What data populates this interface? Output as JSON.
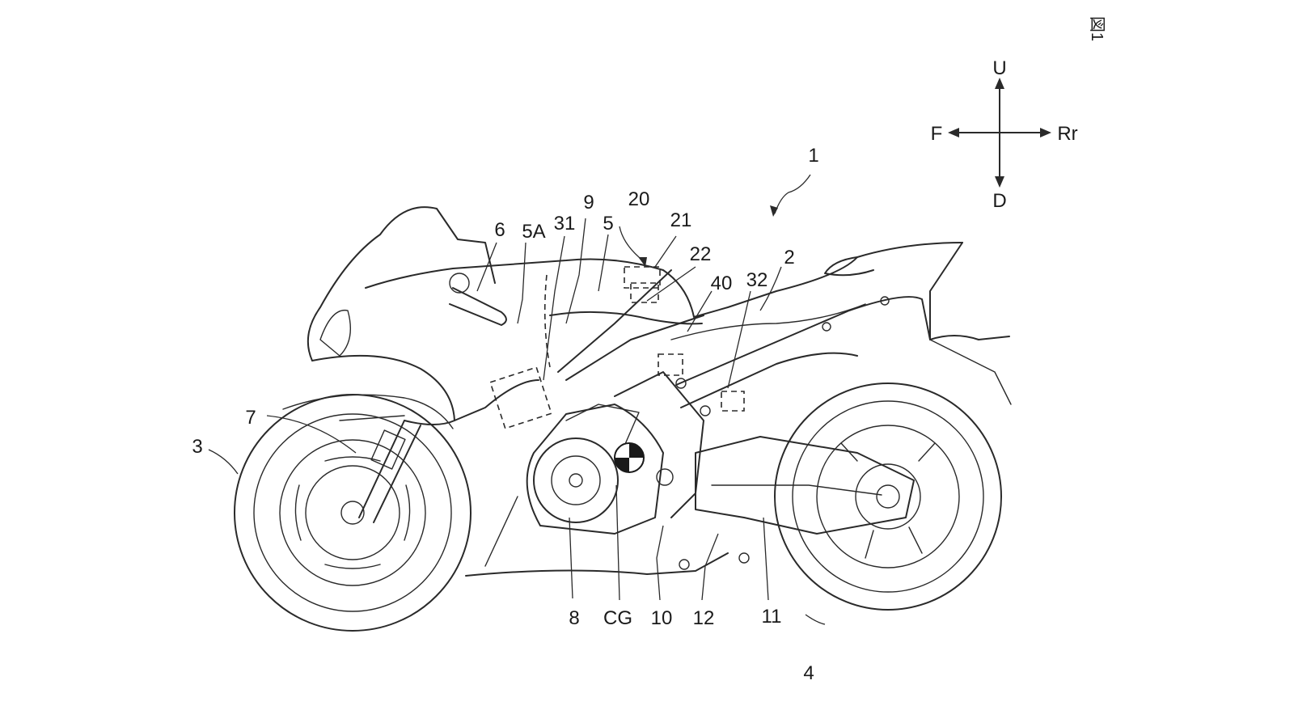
{
  "figure_label": "図1",
  "directions": {
    "up": "U",
    "down": "D",
    "front": "F",
    "rear": "Rr"
  },
  "reference_labels": {
    "l1": "1",
    "l2": "2",
    "l3": "3",
    "l4": "4",
    "l5": "5",
    "l5A": "5A",
    "l6": "6",
    "l7": "7",
    "l8": "8",
    "l9": "9",
    "l10": "10",
    "l11": "11",
    "l12": "12",
    "l20": "20",
    "l21": "21",
    "l22": "22",
    "l31": "31",
    "l32": "32",
    "l40": "40",
    "lCG": "CG"
  },
  "colors": {
    "line": "#2a2a2a",
    "background": "#ffffff"
  }
}
